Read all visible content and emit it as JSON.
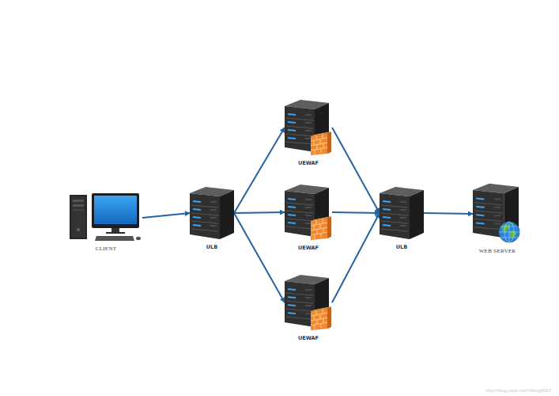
{
  "diagram": {
    "nodes": [
      {
        "text": [
          "CLIENT"
        ]
      },
      {
        "text": [
          "ULB"
        ]
      },
      {
        "text": [
          "UEWAF"
        ]
      },
      {
        "text": [
          "UEWAF"
        ]
      },
      {
        "text": [
          "UEWAF"
        ]
      },
      {
        "text": [
          "ULB"
        ]
      },
      {
        "text": [
          "WEB SERVER"
        ]
      }
    ],
    "edges": [
      {
        "from": 0,
        "to": 1,
        "arrow": "to"
      },
      {
        "from": 1,
        "to": 2,
        "arrow": "to"
      },
      {
        "from": 1,
        "to": 3,
        "arrow": "to"
      },
      {
        "from": 1,
        "to": 4,
        "arrow": "to"
      },
      {
        "from": 2,
        "to": 5,
        "arrow": "to"
      },
      {
        "from": 3,
        "to": 5,
        "arrow": "to"
      },
      {
        "from": 4,
        "to": 5,
        "arrow": "to"
      },
      {
        "from": 5,
        "to": 6,
        "arrow": "to"
      }
    ],
    "labels": [
      "http://blog.csdn.net/Yifeng0067"
    ]
  }
}
